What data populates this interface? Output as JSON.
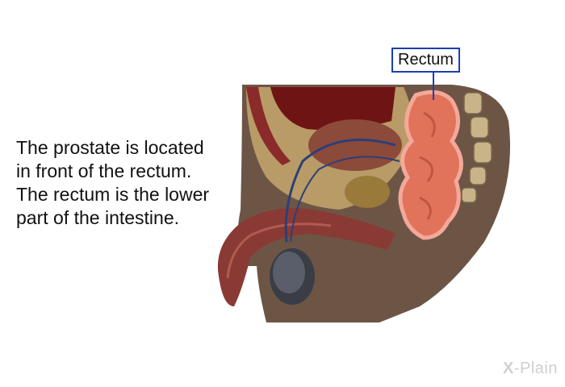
{
  "caption": "The prostate is located\nin front of the rectum.\nThe rectum is the lower\npart of the intestine.",
  "label": "Rectum",
  "logo": {
    "mark": "X",
    "text": "-Plain"
  },
  "colors": {
    "label_border": "#1a3fb0",
    "rectum": "#e0735a",
    "skin": "#6d5546",
    "muscle": "#7a2e2a"
  }
}
